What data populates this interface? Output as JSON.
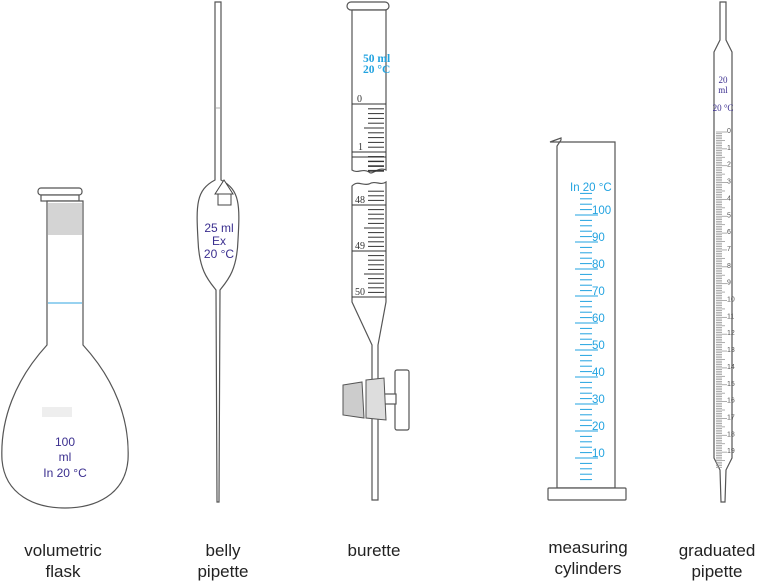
{
  "colors": {
    "purple_label": "#3b2f8f",
    "blue_label": "#22a3e0",
    "outline": "#555555"
  },
  "flask": {
    "caption": [
      "volumetric",
      "flask"
    ],
    "label": [
      "100",
      "ml",
      "In 20 °C"
    ]
  },
  "belly_pipette": {
    "caption": [
      "belly",
      "pipette"
    ],
    "label": [
      "25 ml",
      "Ex",
      "20 °C"
    ]
  },
  "burette": {
    "caption": [
      "burette"
    ],
    "label": [
      "50 ml",
      "20 °C"
    ],
    "upper_scale": [
      "0",
      "1"
    ],
    "lower_scale": [
      "48",
      "49",
      "50"
    ]
  },
  "measuring_cylinder": {
    "caption": [
      "measuring",
      "cylinders"
    ],
    "label": "In 20 °C",
    "scale": [
      "100",
      "90",
      "80",
      "70",
      "60",
      "50",
      "40",
      "30",
      "20",
      "10"
    ]
  },
  "graduated_pipette": {
    "caption": [
      "graduated",
      "pipette"
    ],
    "label": [
      "20",
      "ml",
      "20 °C"
    ],
    "scale": [
      "0",
      "1",
      "2",
      "3",
      "4",
      "5",
      "6",
      "7",
      "8",
      "9",
      "10",
      "11",
      "12",
      "13",
      "14",
      "15",
      "16",
      "17",
      "18",
      "19"
    ]
  }
}
